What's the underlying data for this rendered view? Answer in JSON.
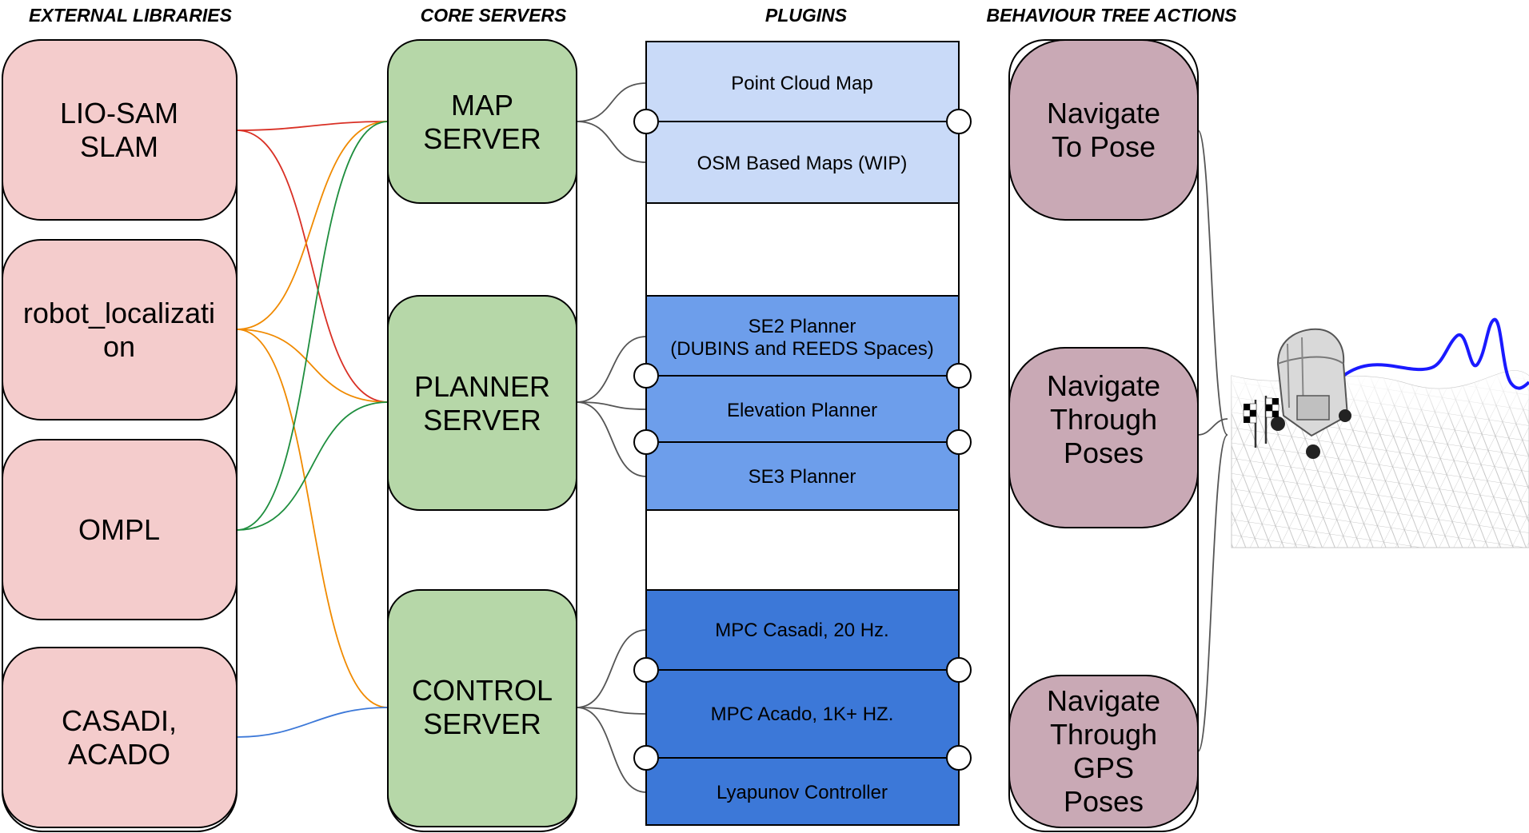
{
  "headers": {
    "external": "EXTERNAL LIBRARIES",
    "core": "CORE SERVERS",
    "plugins": "PLUGINS",
    "bt": "BEHAVIOUR TREE ACTIONS"
  },
  "libraries": {
    "liosam": [
      "LIO-SAM",
      "SLAM"
    ],
    "robot_loc": [
      "robot_localizati",
      "on"
    ],
    "ompl": [
      "OMPL"
    ],
    "casadi": [
      "CASADI,",
      "ACADO"
    ]
  },
  "servers": {
    "map": [
      "MAP",
      "SERVER"
    ],
    "planner": [
      "PLANNER",
      "SERVER"
    ],
    "control": [
      "CONTROL",
      "SERVER"
    ]
  },
  "plugins": {
    "map": [
      [
        "Point Cloud Map"
      ],
      [
        "OSM Based Maps (WIP)"
      ]
    ],
    "planner": [
      [
        "SE2 Planner",
        "(DUBINS and REEDS Spaces)"
      ],
      [
        "Elevation Planner"
      ],
      [
        "SE3 Planner"
      ]
    ],
    "control": [
      [
        "MPC Casadi, 20 Hz."
      ],
      [
        "MPC Acado, 1K+ HZ."
      ],
      [
        "Lyapunov Controller"
      ]
    ]
  },
  "actions": {
    "pose": [
      "Navigate",
      "To Pose"
    ],
    "poses": [
      "Navigate",
      "Through",
      "Poses"
    ],
    "gps": [
      "Navigate",
      "Through",
      "GPS",
      "Poses"
    ]
  },
  "colors": {
    "library_fill": "#f4cccc",
    "server_fill": "#b6d7a8",
    "plugin_map_fill": "#c9daf8",
    "plugin_planner_fill": "#6d9eeb",
    "plugin_control_fill": "#3c78d8",
    "action_fill": "#c9a9b5",
    "wire_liosam": "#d93025",
    "wire_robot_loc": "#f08a00",
    "wire_ompl": "#1e8e3e",
    "wire_casadi": "#3c78d8",
    "wire_neutral": "#555555",
    "trajectory": "#1a1aff"
  },
  "illustration": {
    "name": "robot-on-terrain",
    "icons": [
      "robot-icon",
      "checkered-flag-icon"
    ]
  }
}
